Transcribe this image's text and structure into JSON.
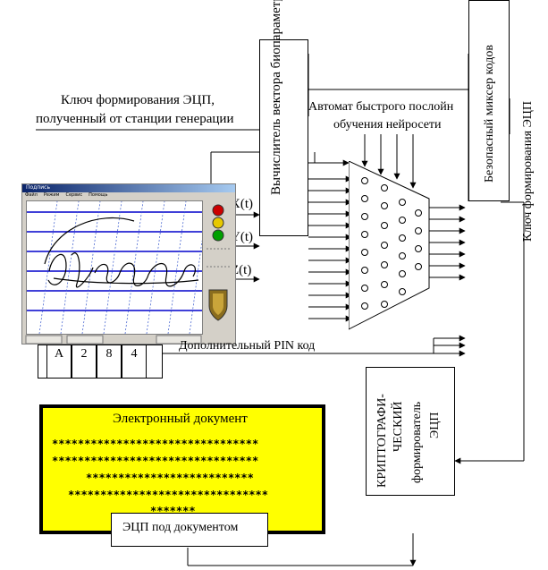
{
  "inputs": {
    "key_line1": "Ключ формирования  ЭЦП,",
    "key_line2": "полученный от станции генерации",
    "pin_label": "Дополнительный PIN код",
    "pin_digits": [
      "A",
      "2",
      "8",
      "4"
    ]
  },
  "signals": {
    "x": "X(t)",
    "y": "Y(t)",
    "z": "Z(t)"
  },
  "blocks": {
    "vector_calc": "Вычислитель вектора биопараметров",
    "automaton_line1": "Автомат быстрого послойн",
    "automaton_line2": "обучения   нейросети",
    "mixer": "Безопасный  миксер кодов",
    "key_output": "Ключ формирования  ЭЦП",
    "crypto_line1": "КРИПТОГРАФИ-",
    "crypto_line2": "ЧЕСКИЙ",
    "crypto_line3": "формирователь",
    "crypto_line4": "ЭЦП"
  },
  "document": {
    "title": "Электронный документ",
    "lines": [
      "********************************",
      "********************************",
      "**************************",
      "*******************************",
      "*******"
    ],
    "signature": "ЭЦП  под  документом"
  },
  "tablet_window": {
    "title": "Подпись",
    "menu": [
      "Файл",
      "Режим",
      "Сервис",
      "Помощь"
    ]
  },
  "colors": {
    "document_fill": "#ffff00",
    "light_red": "#cc0000",
    "light_yellow": "#e6c800",
    "light_green": "#00a000",
    "pen_lines": "#0000cc"
  }
}
